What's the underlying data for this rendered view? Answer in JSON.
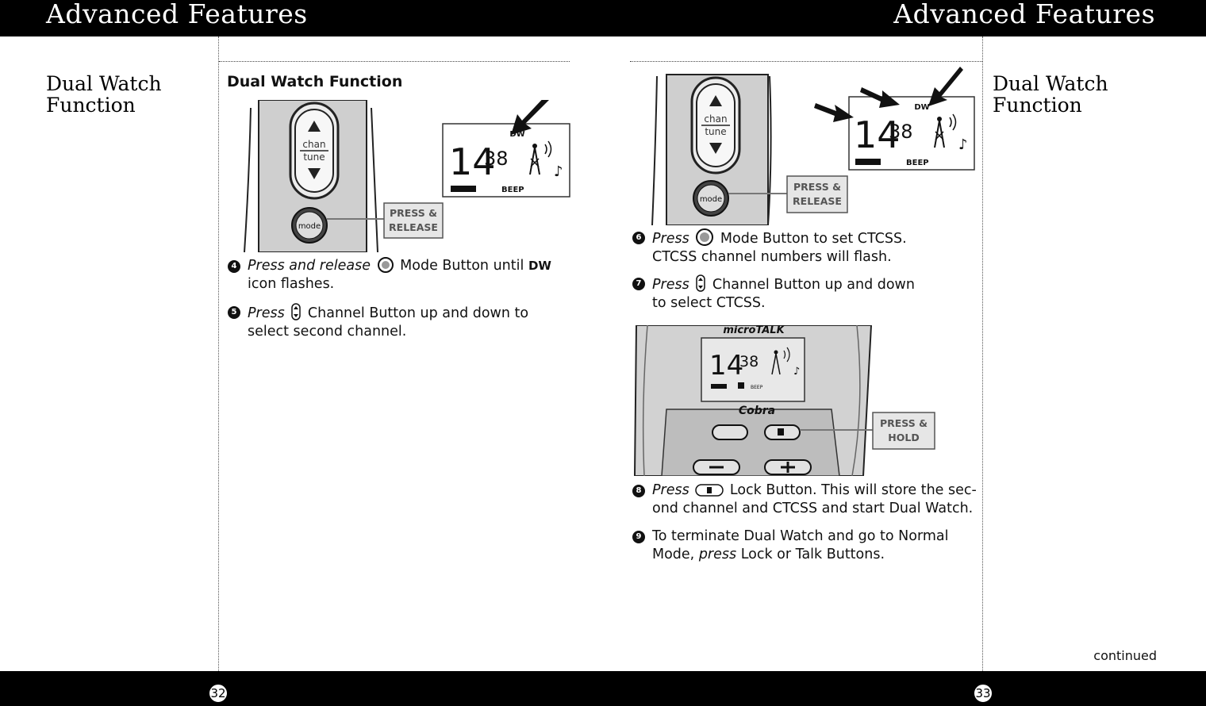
{
  "header": {
    "left_title": "Advanced Features",
    "right_title": "Advanced Features"
  },
  "sidebar_left": {
    "line1": "Dual Watch",
    "line2": "Function"
  },
  "sidebar_right": {
    "line1": "Dual Watch",
    "line2": "Function"
  },
  "left_page": {
    "section_title": "Dual Watch Function",
    "figure": {
      "callout_line1": "PRESS &",
      "callout_line2": "RELEASE",
      "lcd_dw": "DW",
      "lcd_big": "14",
      "lcd_small": "38",
      "lcd_beep": "BEEP",
      "btn_chan": "chan",
      "btn_tune": "tune",
      "btn_mode": "mode"
    },
    "steps": [
      {
        "num": "4",
        "italic": "Press and release",
        "text1": "Mode Button until",
        "icon_text": "DW",
        "text2": "icon flashes."
      },
      {
        "num": "5",
        "italic": "Press",
        "text1": "Channel Button up and down to",
        "text2": "select second channel."
      }
    ]
  },
  "right_page": {
    "figure1": {
      "callout_line1": "PRESS &",
      "callout_line2": "RELEASE",
      "lcd_dw": "DW",
      "lcd_big": "14",
      "lcd_small": "38",
      "lcd_beep": "BEEP",
      "btn_chan": "chan",
      "btn_tune": "tune",
      "btn_mode": "mode"
    },
    "steps_a": [
      {
        "num": "6",
        "italic": "Press",
        "text1": "Mode Button to set CTCSS.",
        "text2": "CTCSS channel numbers will flash."
      },
      {
        "num": "7",
        "italic": "Press",
        "text1": "Channel Button up and down",
        "text2": "to select CTCSS."
      }
    ],
    "figure2": {
      "brand_top": "microTALK",
      "brand_logo": "Cobra",
      "lcd_big": "14",
      "lcd_small": "38",
      "lcd_beep": "BEEP",
      "callout_line1": "PRESS &",
      "callout_line2": "HOLD"
    },
    "steps_b": [
      {
        "num": "8",
        "italic": "Press",
        "text1": "Lock Button. This will store the sec-",
        "text2": "ond channel and CTCSS and start Dual Watch."
      },
      {
        "num": "9",
        "text1": "To terminate Dual Watch and go to Normal",
        "text2_prefix": "Mode,",
        "text2_italic": "press",
        "text2_suffix": "Lock or Talk Buttons."
      }
    ],
    "continued": "continued"
  },
  "footer": {
    "left_page_number": "32",
    "right_page_number": "33"
  }
}
